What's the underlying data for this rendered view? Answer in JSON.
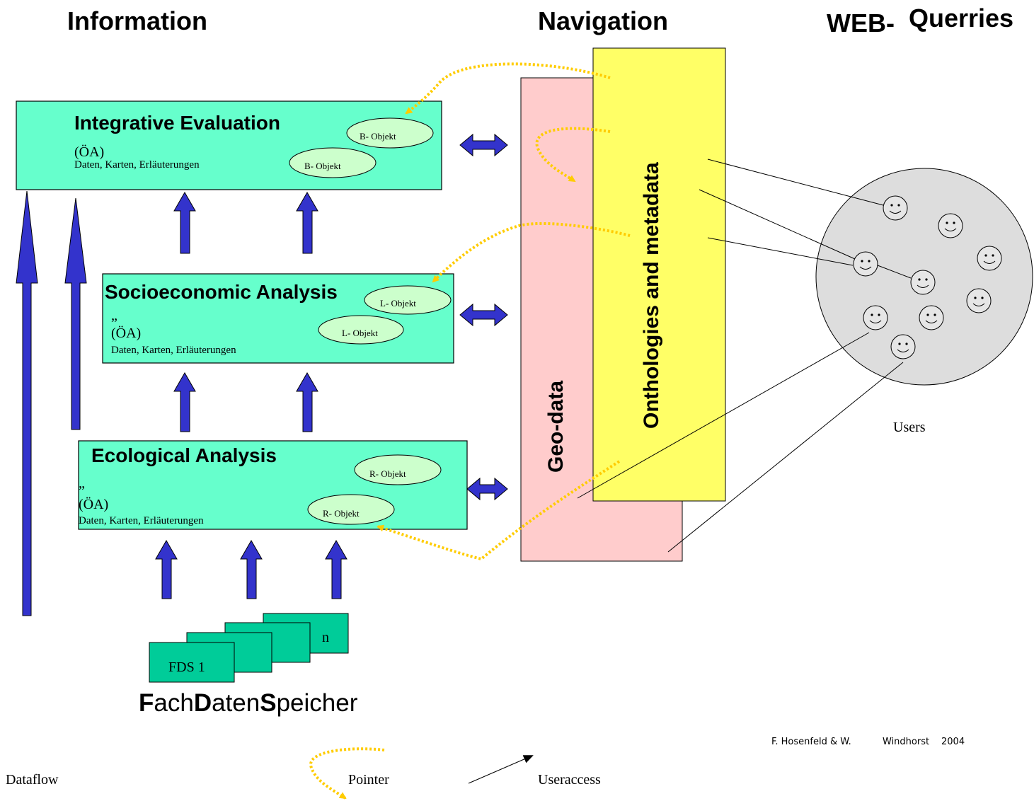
{
  "headers": {
    "information": "Information",
    "navigation": "Navigation",
    "web_queries_a": "WEB-",
    "web_queries_b": "Querries"
  },
  "boxes": {
    "integrative": {
      "title": "Integrative Evaluation",
      "code": "(ÖA)",
      "items": "Daten,   Karten,   Erläuterungen",
      "object1": "B- Objekt",
      "object2": "B- Objekt"
    },
    "socioeconomic": {
      "title": "Socioeconomic Analysis",
      "quote": "„",
      "code": "(ÖA)",
      "items": "Daten,   Karten,   Erläuterungen",
      "object1": "L- Objekt",
      "object2": "L- Objekt"
    },
    "ecological": {
      "title": "Ecological Analysis",
      "quote": "„",
      "code": "(ÖA)",
      "items": "Daten,   Karten,   Erläuterungen",
      "object1": "R- Objekt",
      "object2": "R- Objekt"
    }
  },
  "panels": {
    "geo_data": "Geo-data",
    "ontologies": "Onthologies and metadata"
  },
  "fds": {
    "first": "FDS 1",
    "last": "n",
    "caption_f": "F",
    "caption_ach": "ach",
    "caption_d": "D",
    "caption_aten": "aten",
    "caption_s": "S",
    "caption_peicher": "peicher"
  },
  "users_label": "Users",
  "credit": {
    "authors": "F.  Hosenfeld & W.",
    "name": "Windhorst",
    "year": "2004"
  },
  "legend": {
    "dataflow": "Dataflow",
    "pointer": "Pointer",
    "useraccess": "Useraccess"
  },
  "colors": {
    "box_fill": "#66ffcc",
    "object_fill": "#ccffcc",
    "arrow_blue": "#3333cc",
    "geo_fill": "#ffcccc",
    "onto_fill": "#ffff66",
    "pointer": "#ffcc00",
    "fds_fill": "#00cc99",
    "users_circle": "#dddddd",
    "smiley_fill": "#e6e6e6"
  }
}
